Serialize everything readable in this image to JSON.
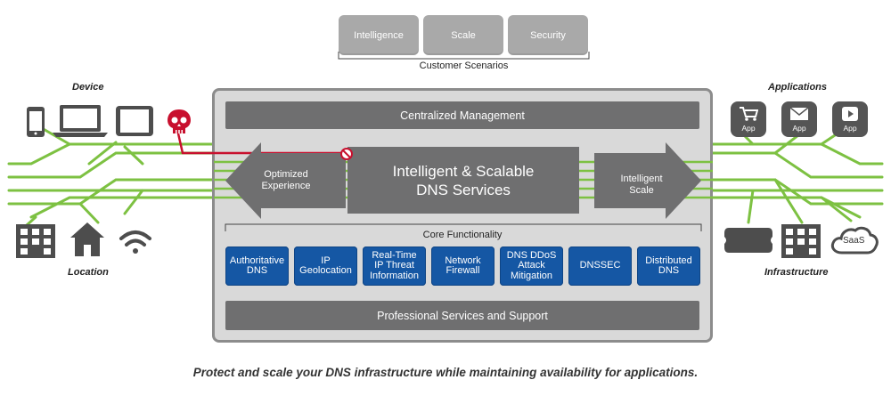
{
  "scenarios": {
    "items": [
      "Intelligence",
      "Scale",
      "Security"
    ],
    "label": "Customer Scenarios"
  },
  "left_groups": {
    "device_label": "Device",
    "location_label": "Location"
  },
  "right_groups": {
    "applications_label": "Applications",
    "infrastructure_label": "Infrastructure",
    "app_badge": "App",
    "saas_label": "SaaS"
  },
  "platform": {
    "top_bar": "Centralized Management",
    "left_arrow": [
      "Optimized",
      "Experience"
    ],
    "center": [
      "Intelligent & Scalable",
      "DNS Services"
    ],
    "right_arrow": [
      "Intelligent",
      "Scale"
    ],
    "core_title": "Core Functionality",
    "core_items": [
      [
        "Authoritative",
        "DNS"
      ],
      [
        "IP",
        "Geolocation"
      ],
      [
        "Real-Time",
        "IP Threat",
        "Information"
      ],
      [
        "Network",
        "Firewall"
      ],
      [
        "DNS DDoS",
        "Attack",
        "Mitigation"
      ],
      [
        "DNSSEC"
      ],
      [
        "Distributed",
        "DNS"
      ]
    ],
    "bottom_bar": "Professional Services and Support"
  },
  "caption": "Protect and scale your DNS infrastructure while maintaining availability for applications.",
  "colors": {
    "green": "#7dc142",
    "blue": "#1557a4",
    "dark_gray": "#6f6f70",
    "red": "#c8102e",
    "panel": "#d9d9d9"
  }
}
